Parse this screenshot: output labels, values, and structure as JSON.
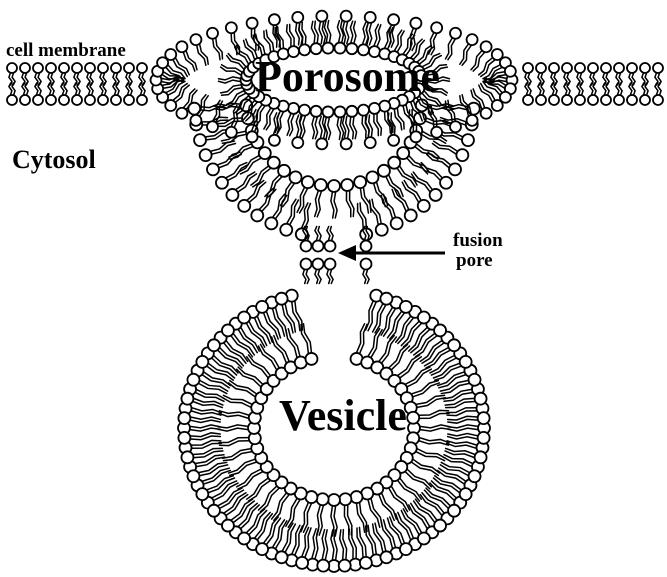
{
  "labels": {
    "cell_membrane": "cell membrane",
    "porosome": "Porosome",
    "cytosol": "Cytosol",
    "fusion_pore_line1": "fusion",
    "fusion_pore_line2": "pore",
    "vesicle": "Vesicle"
  },
  "colors": {
    "line": "#000000",
    "head_fill": "#ffffff",
    "background": "#ffffff"
  }
}
